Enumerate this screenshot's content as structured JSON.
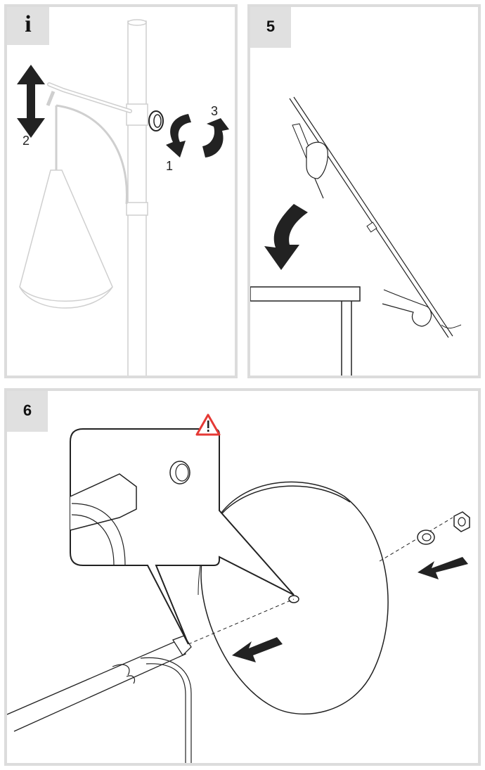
{
  "panels": {
    "info": {
      "label": "i",
      "callouts": [
        "2",
        "1",
        "3"
      ]
    },
    "step5": {
      "label": "5"
    },
    "step6": {
      "label": "6"
    }
  },
  "colors": {
    "border": "#dcdcdc",
    "tab": "#e0e0e0",
    "arrow": "#222222",
    "warning": "#e53935"
  },
  "icons": [
    "up-down-arrow-icon",
    "rotate-ccw-arrow-icon",
    "rotate-cw-arrow-icon",
    "down-arrow-icon",
    "warning-triangle-icon",
    "insert-arrow-icon"
  ]
}
